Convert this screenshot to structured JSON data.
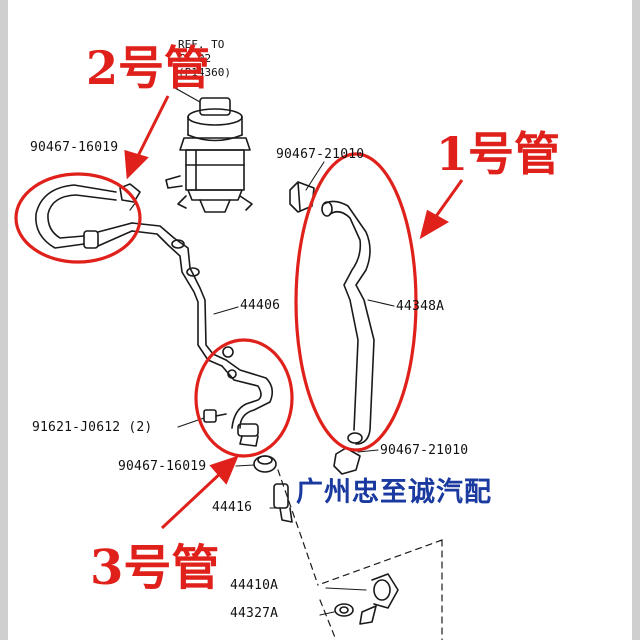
{
  "diagram": {
    "reservoir_ref": {
      "lines": [
        "REF. TO",
        "F--02",
        "(P14360)"
      ]
    },
    "part_numbers": {
      "clamp_top_left": "90467-16019",
      "clamp_top_right": "90467-21010",
      "pipe_main": "44406",
      "hose_return": "44348A",
      "bolt": "91621-J0612 (2)",
      "clamp_bottom_left": "90467-16019",
      "clamp_bottom_right": "90467-21010",
      "union": "44416",
      "fitting_a": "44410A",
      "gasket": "44327A"
    },
    "callouts": {
      "hose_1": "1号管",
      "hose_2": "2号管",
      "hose_3": "3号管"
    },
    "colors": {
      "callout_red": "#e0201b",
      "watermark_blue": "#1a3aa0",
      "line_art": "#1a1a1a"
    }
  },
  "watermark": {
    "text": "广州忠至诚汽配"
  }
}
